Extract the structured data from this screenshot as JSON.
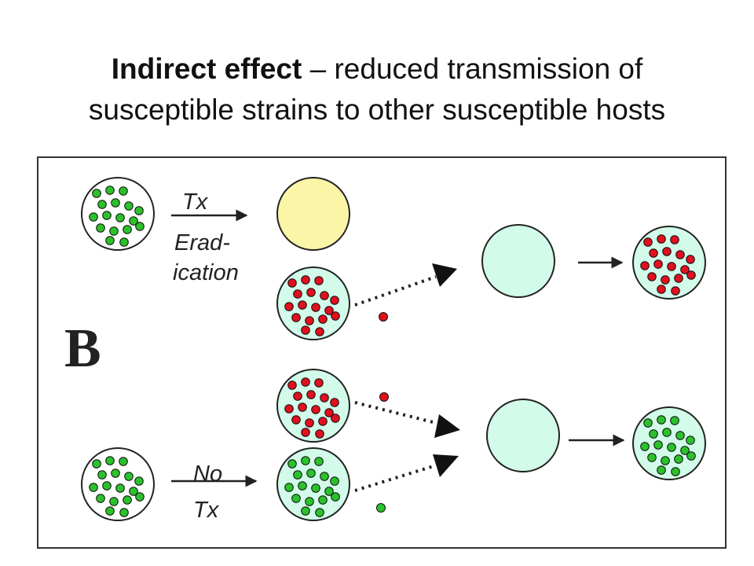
{
  "title": {
    "bold": "Indirect effect",
    "rest": " – reduced transmission of",
    "line2": "susceptible strains to other susceptible hosts"
  },
  "diagram": {
    "panel_label": "B",
    "labels": {
      "tx": "Tx",
      "erad1": "Erad-",
      "erad2": "ication",
      "no": "No",
      "tx2": "Tx"
    },
    "colors": {
      "green_dot": "#2bc12b",
      "red_dot": "#e0101e",
      "host_fill": "#d2fbe9",
      "empty_host_fill": "#fbf5a8",
      "outline": "#222222"
    }
  }
}
